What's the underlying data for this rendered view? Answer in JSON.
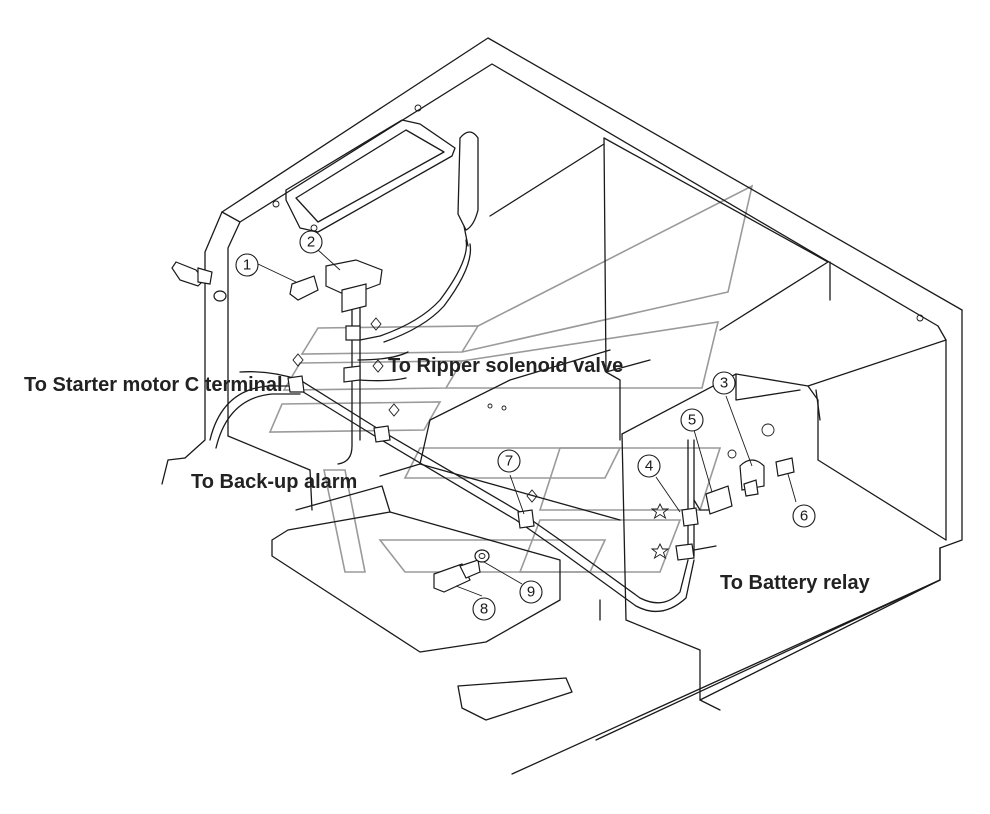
{
  "labels": {
    "ripper": "To Ripper solenoid valve",
    "starter": "To Starter motor C terminal",
    "backup": "To Back-up alarm",
    "battery": "To Battery relay"
  },
  "callouts": [
    "1",
    "2",
    "3",
    "4",
    "5",
    "6",
    "7",
    "8",
    "9"
  ],
  "colors": {
    "line": "#1a1a1a",
    "watermark": "#9a9a9a",
    "text": "#222222"
  }
}
